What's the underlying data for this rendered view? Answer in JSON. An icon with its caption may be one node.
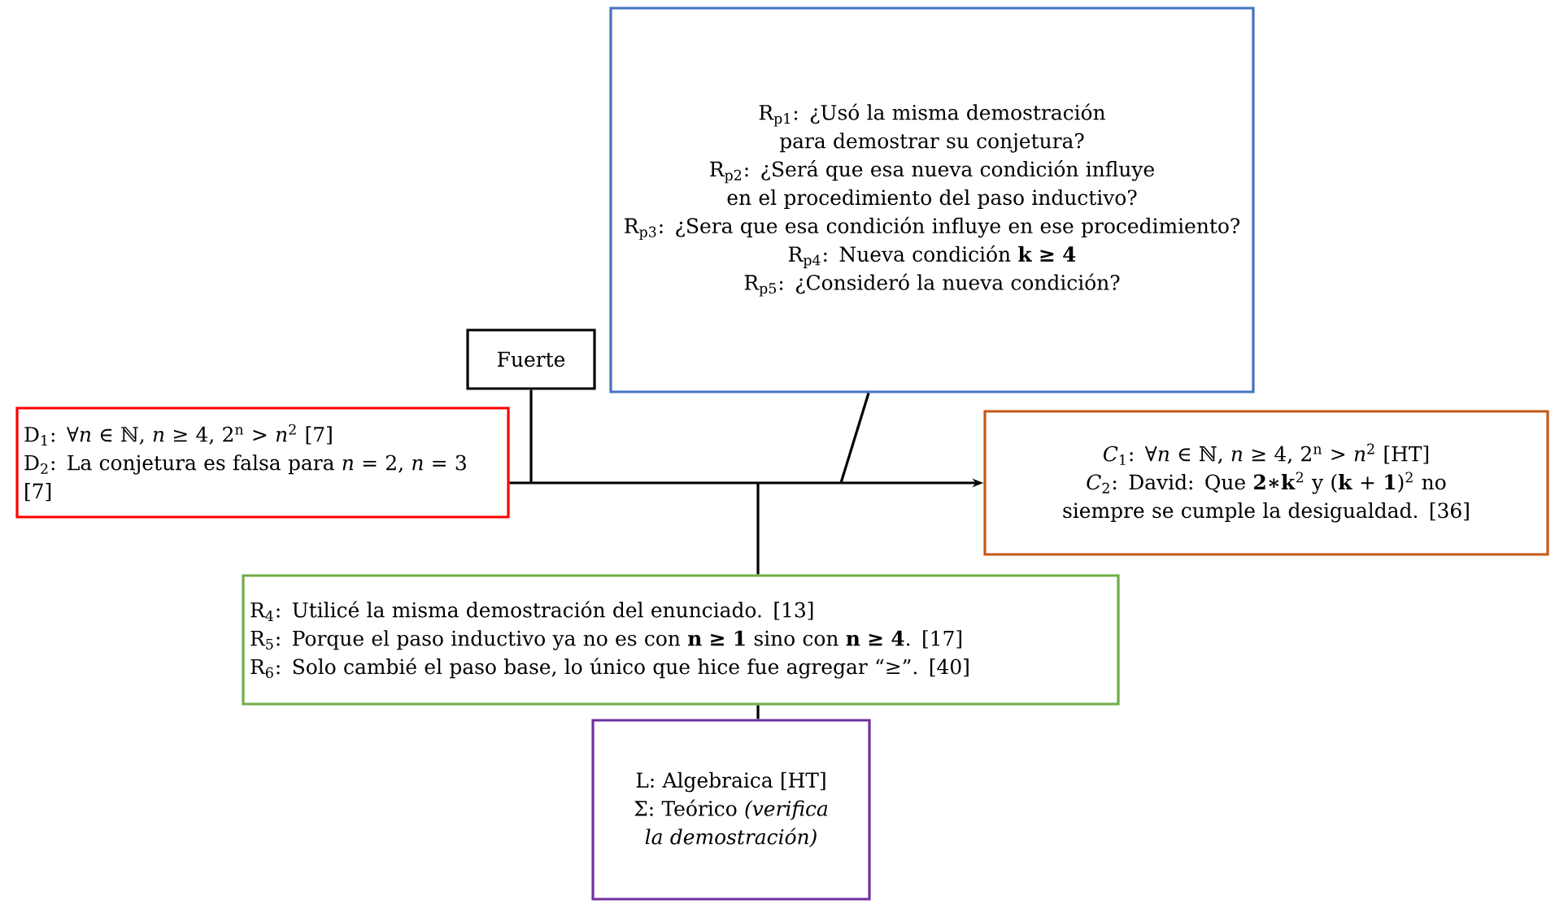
{
  "diagram": {
    "nodes": [
      {
        "text": [
          "R$_{p1}$: ¿Usó la misma demostración para demostrar su conjetura?",
          "R$_{p2}$: ¿Será que esa nueva condición influye en el procedimiento del paso inductivo?",
          "R$_{p3}$: ¿Sera que esa condición influye en ese procedimiento?",
          "R$_{p4}$: Nueva condición **k ≥ 4**",
          "R$_{p5}$: ¿Consideró la nueva condición?"
        ]
      },
      {
        "text": [
          "Fuerte"
        ]
      },
      {
        "text": [
          "D$_{1}$: ∀*n* ∈ ℕ, *n* ≥ 4, 2$^{n}$ > *n*$^{2}$ [7]",
          "D$_{2}$: La conjetura es falsa para *n* = 2, *n* = 3 [7]"
        ]
      },
      {
        "text": [
          "*C*$_{1}$: ∀*n* ∈ ℕ, *n* ≥ 4, 2$^{n}$ > *n*$^{2}$ [HT]",
          "*C*$_{2}$: David: Que **2∗k**$^{2}$ y (**k** + **1**)$^{2}$ no siempre se cumple la desigualdad. [36]"
        ]
      },
      {
        "text": [
          "R$_{4}$: Utilicé la misma demostración del enunciado. [13]",
          "R$_{5}$: Porque el paso inductivo ya no es con **n ≥ 1** sino con **n ≥ 4**. [17]",
          "R$_{6}$: Solo cambié el paso base, lo único que hice fue agregar “≥”. [40]"
        ]
      },
      {
        "text": [
          "L: Algebraica [HT]",
          "Σ: Teórico *(verifica la demostración)*"
        ]
      }
    ],
    "edges": [
      {
        "from": 2,
        "to": 3,
        "arrow": "to"
      },
      {
        "from": 1,
        "to": null,
        "arrow": "none"
      },
      {
        "from": 0,
        "to": null,
        "arrow": "none"
      },
      {
        "from": 4,
        "to": null,
        "arrow": "none"
      },
      {
        "from": 5,
        "to": 4,
        "arrow": "none"
      }
    ]
  }
}
